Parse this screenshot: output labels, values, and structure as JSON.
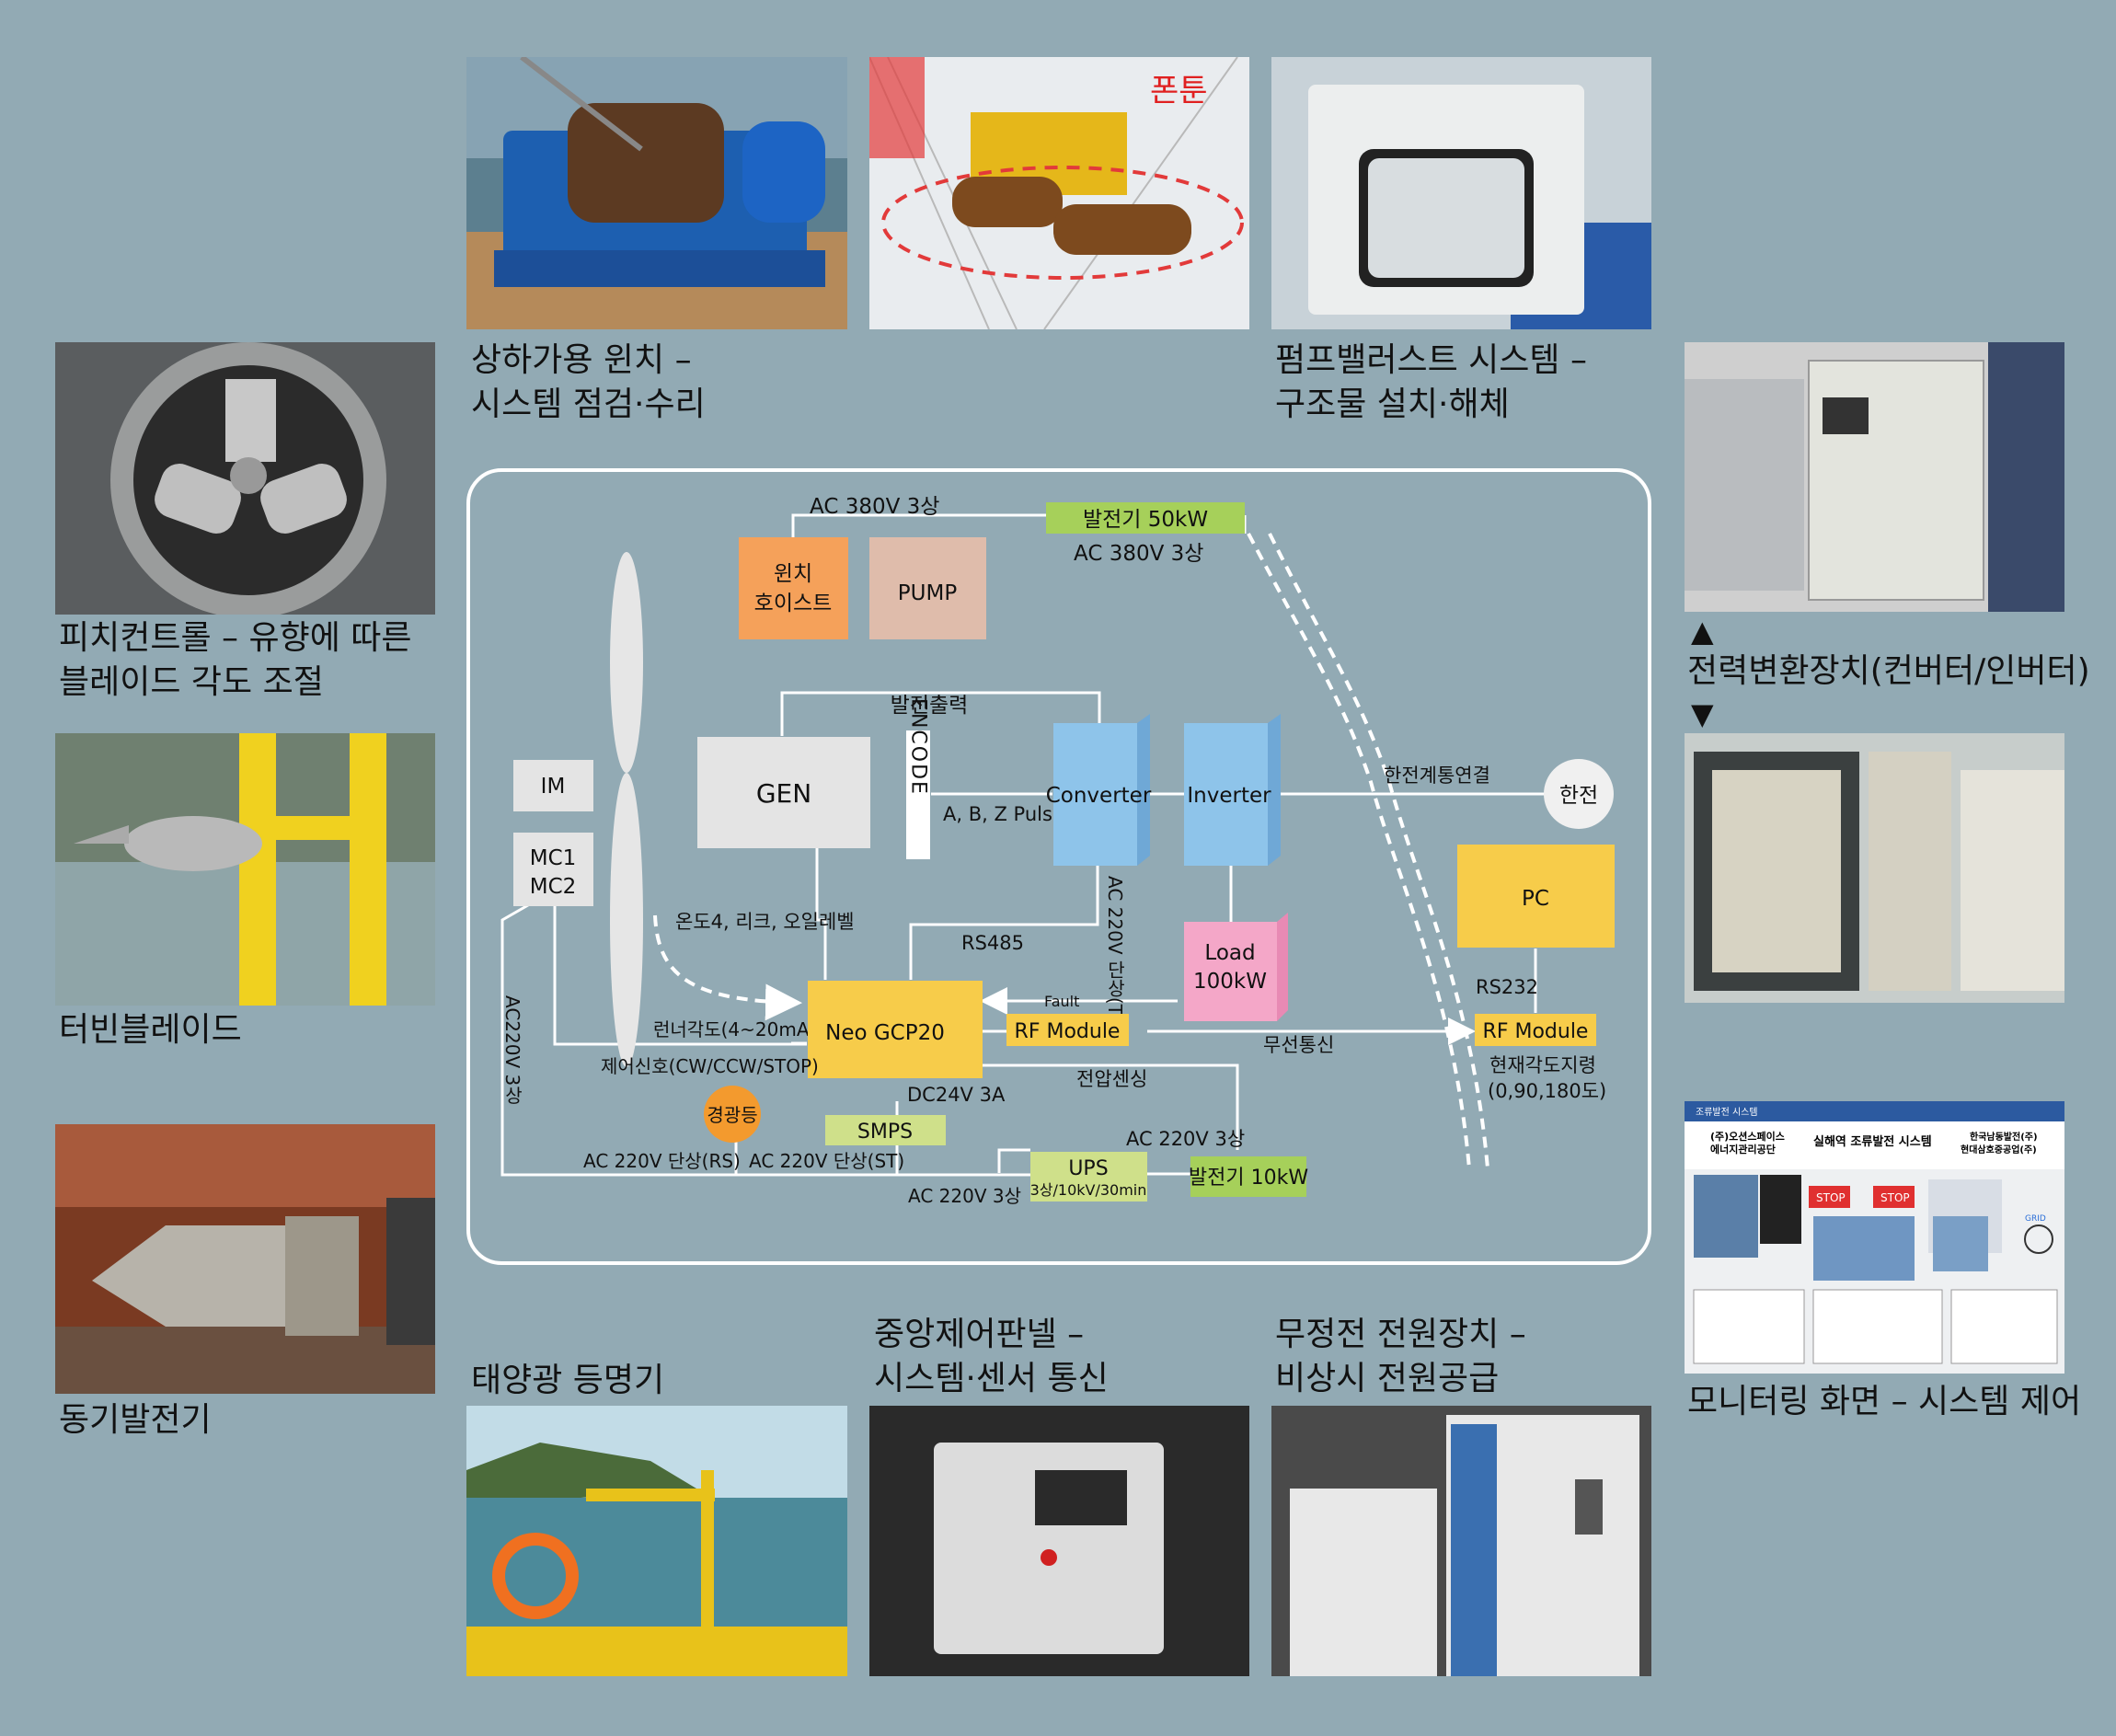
{
  "photos": {
    "winch": {
      "caption": [
        "상하가용 윈치 –",
        "시스템 점검·수리"
      ]
    },
    "pontoon": {
      "label": "폰툰"
    },
    "pump": {
      "caption": [
        "펌프밸러스트 시스템 –",
        "구조물 설치·해체"
      ]
    },
    "pitch": {
      "caption": [
        "피치컨트롤 – 유향에 따른",
        "블레이드 각도 조절"
      ]
    },
    "blade": {
      "caption": [
        "터빈블레이드"
      ]
    },
    "generator": {
      "caption": [
        "동기발전기"
      ]
    },
    "converter": {
      "caption": [
        "전력변환장치(컨버터/인버터)"
      ],
      "arrow_up": "▲",
      "arrow_down": "▼"
    },
    "monitor": {
      "caption": [
        "모니터링 화면 – 시스템 제어"
      ]
    },
    "solar": {
      "caption": [
        "태양광 등명기"
      ]
    },
    "panel": {
      "caption": [
        "중앙제어판넬 –",
        "시스템·센서 통신"
      ]
    },
    "ups": {
      "caption": [
        "무정전 전원장치 –",
        "비상시 전원공급"
      ]
    }
  },
  "monitor_screen": {
    "title": "조류발전 시스템",
    "org_left": "(주)오션스페이스",
    "org_left2": "에너지관리공단",
    "center_title": "실해역 조류발전 시스템",
    "org_right": "한국남동발전(주)",
    "org_right2": "현대삼호중공업(주)",
    "stop1": "STOP",
    "stop2": "STOP",
    "grid": "GRID"
  },
  "diagram": {
    "ac380_top": "AC 380V 3상",
    "gen50": "발전기 50kW",
    "ac380_right": "AC 380V 3상",
    "winch": [
      "윈치",
      "호이스트"
    ],
    "pump": "PUMP",
    "gen_output": "발전출력",
    "gen": "GEN",
    "encode": "ENCODE",
    "abz": "A, B, Z Pulse",
    "converter": "Converter",
    "inverter": "Inverter",
    "grid_conn": "한전계통연결",
    "kepco": "한전",
    "im": "IM",
    "mc": [
      "MC1",
      "MC2"
    ],
    "pc": "PC",
    "temp": "온도4, 리크, 오일레벨",
    "rs485": "RS485",
    "ac220_tr": "AC 220V 단상(TR)",
    "load": [
      "Load",
      "100kW"
    ],
    "rs232": "RS232",
    "fault": "Fault",
    "runner": "런너각도(4~20mA)",
    "neo": "Neo GCP20",
    "rf1": "RF Module",
    "wireless": "무선통신",
    "rf2": "RF Module",
    "ctrl": "제어신호(CW/CCW/STOP)",
    "ac220_left": "AC220V 3상",
    "dc24": "DC24V 3A",
    "voltage": "전압센싱",
    "angle": [
      "현재각도지령",
      "(0,90,180도)"
    ],
    "warn": "경광등",
    "smps": "SMPS",
    "ac220_3": "AC 220V 3상",
    "rs": "AC 220V 단상(RS)",
    "st": "AC 220V 단상(ST)",
    "ups": "UPS",
    "ups_sub": "3상/10kV/30min",
    "gen10": "발전기 10kW",
    "ac220_bottom": "AC 220V 3상"
  },
  "colors": {
    "background": "#92aab4",
    "orange": "#f5a15a",
    "pink_brown": "#dfbcab",
    "green": "#a6d05a",
    "blue": "#8ec4ea",
    "yellow": "#f7cc4a",
    "pink": "#f4a7c8",
    "smps": "#cfe08a",
    "warn_orange": "#f39a2e",
    "gray": "#e4e4e4"
  }
}
